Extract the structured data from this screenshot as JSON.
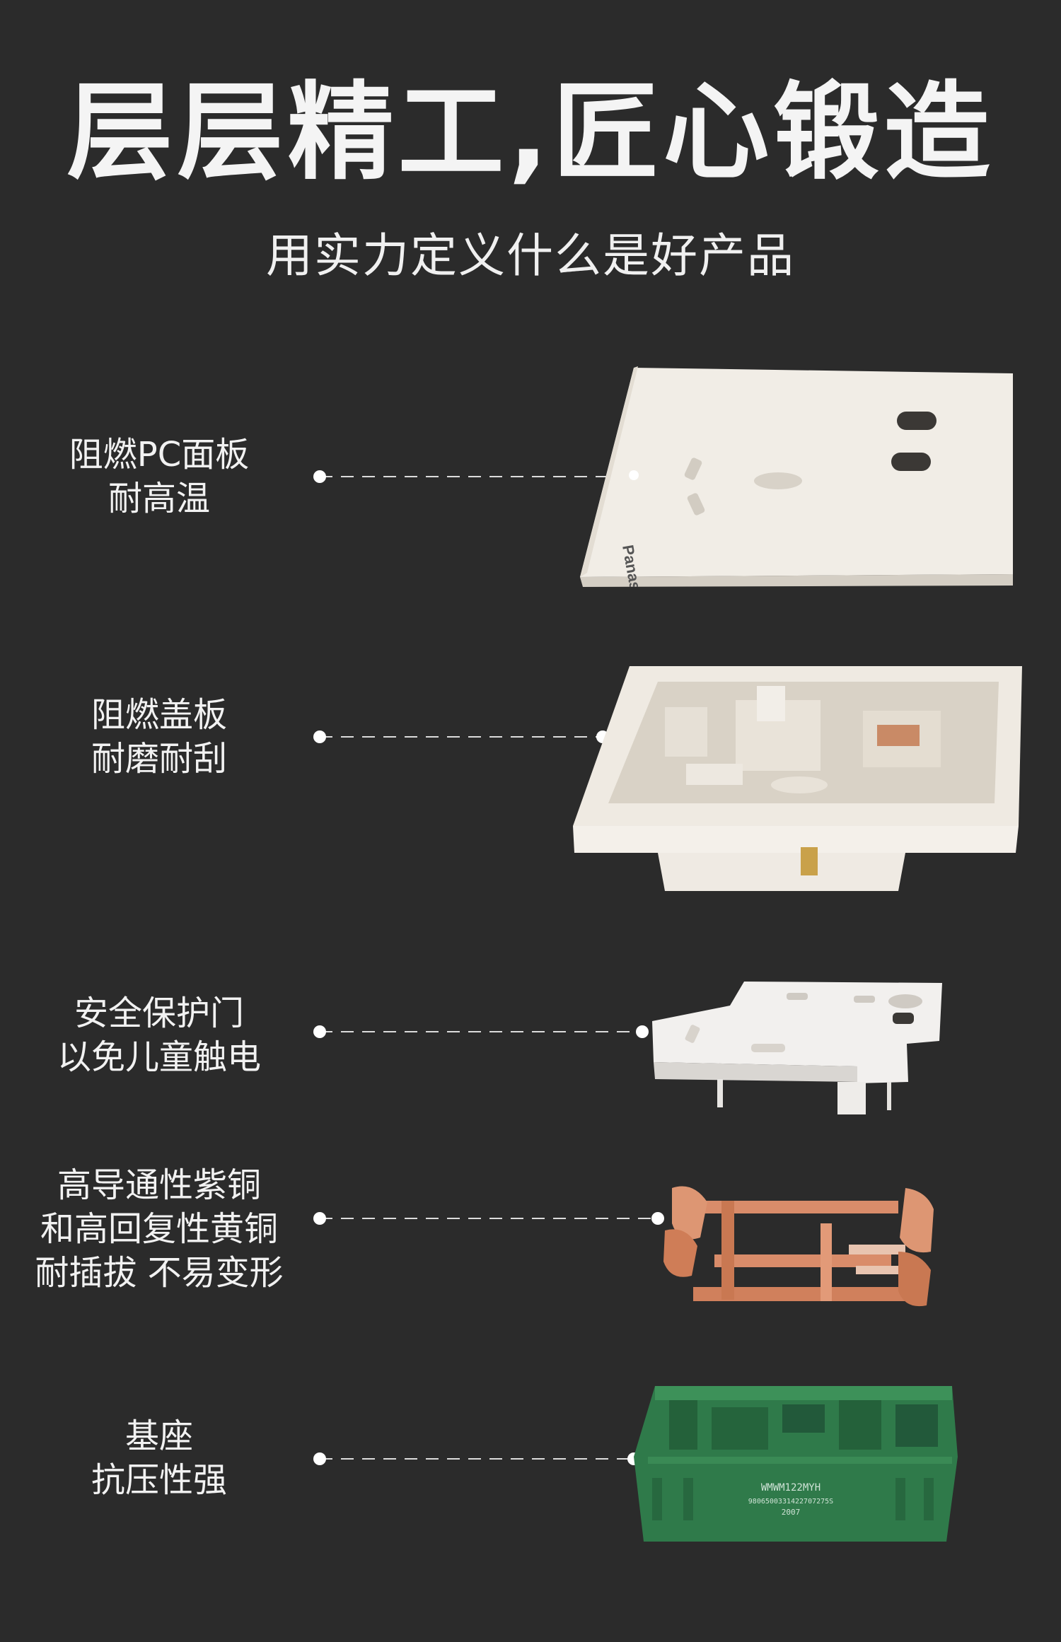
{
  "header": {
    "title": "层层精工,匠心锻造",
    "subtitle": "用实力定义什么是好产品"
  },
  "layers": [
    {
      "lines": [
        "阻燃PC面板",
        "耐高温"
      ]
    },
    {
      "lines": [
        "阻燃盖板",
        "耐磨耐刮"
      ]
    },
    {
      "lines": [
        "安全保护门",
        "以免儿童触电"
      ]
    },
    {
      "lines": [
        "高导通性紫铜",
        "和高回复性黄铜",
        "耐插拔 不易变形"
      ]
    },
    {
      "lines": [
        "基座",
        "抗压性强"
      ]
    }
  ],
  "panel_brand": "Panasonic",
  "base_marking": [
    "WMWM122MYH",
    "9806500331422707275S",
    "2007"
  ],
  "colors": {
    "background": "#2b2b2b",
    "panel": "#f1ede6",
    "copper": "#d98c6a",
    "base_green": "#2f7a4a"
  }
}
